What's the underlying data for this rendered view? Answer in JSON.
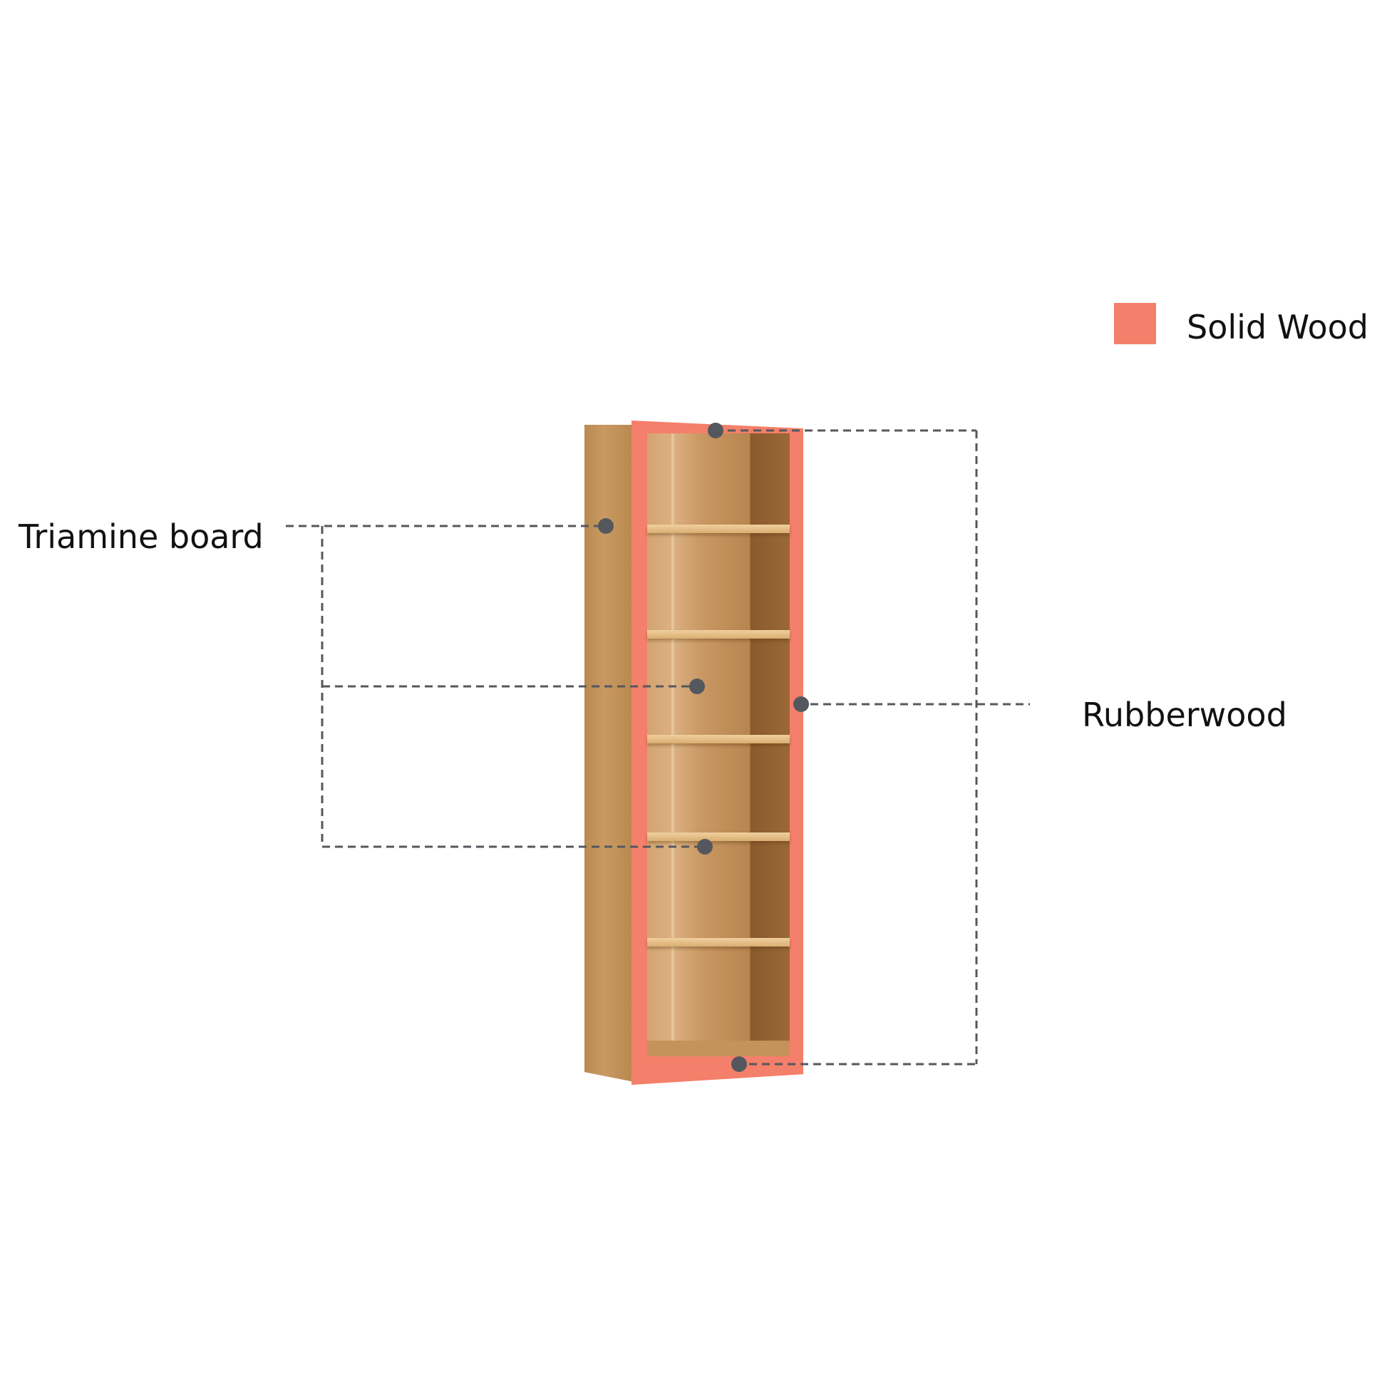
{
  "legend": {
    "items": [
      {
        "label": "Solid Wood",
        "color": "#f47f6a"
      }
    ]
  },
  "callouts": {
    "left": {
      "label": "Triamine board",
      "points": 3
    },
    "right": {
      "label": "Rubberwood",
      "points": 3
    }
  },
  "product": {
    "name": "bookshelf-illustration",
    "shelf_count": 5,
    "highlight_color": "#f47f6a",
    "wood_color": "#c89a62"
  },
  "leader_line_color": "#54585e"
}
